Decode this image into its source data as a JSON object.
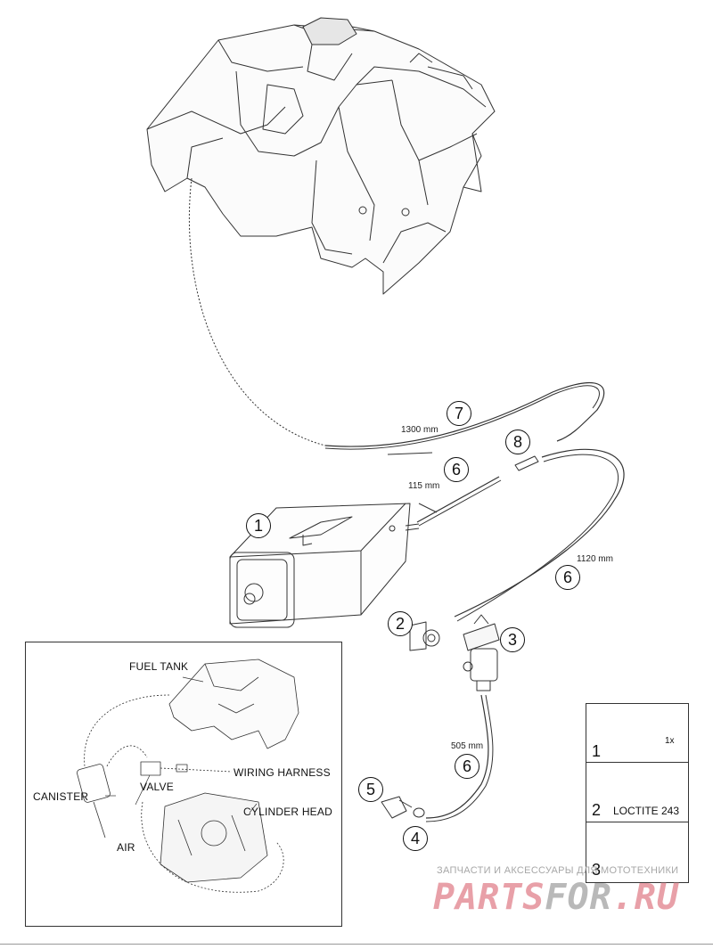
{
  "callouts": {
    "p1": "1",
    "p2": "2",
    "p3": "3",
    "p4": "4",
    "p5": "5",
    "p6a": "6",
    "p6b": "6",
    "p6c": "6",
    "p7": "7",
    "p8": "8"
  },
  "lengths": {
    "hose7": "1300 mm",
    "hose6_short": "115 mm",
    "hose6_long": "1120 mm",
    "hose6_bottom": "505 mm"
  },
  "inset": {
    "fuel_tank": "FUEL TANK",
    "wiring_harness": "WIRING HARNESS",
    "canister": "CANISTER",
    "valve": "VALVE",
    "cylinder_head": "CYLINDER HEAD",
    "air": "AIR"
  },
  "legend": {
    "rows": [
      {
        "num": "1",
        "note": "1x"
      },
      {
        "num": "2",
        "note": "LOCTITE 243"
      },
      {
        "num": "3",
        "note": ""
      }
    ]
  },
  "watermark": {
    "small": "ЗАПЧАСТИ И АКСЕССУАРЫ ДЛЯ МОТОТЕХНИКИ",
    "big_part1": "PARTS",
    "big_part2": "FOR",
    "big_part3": ".RU"
  }
}
